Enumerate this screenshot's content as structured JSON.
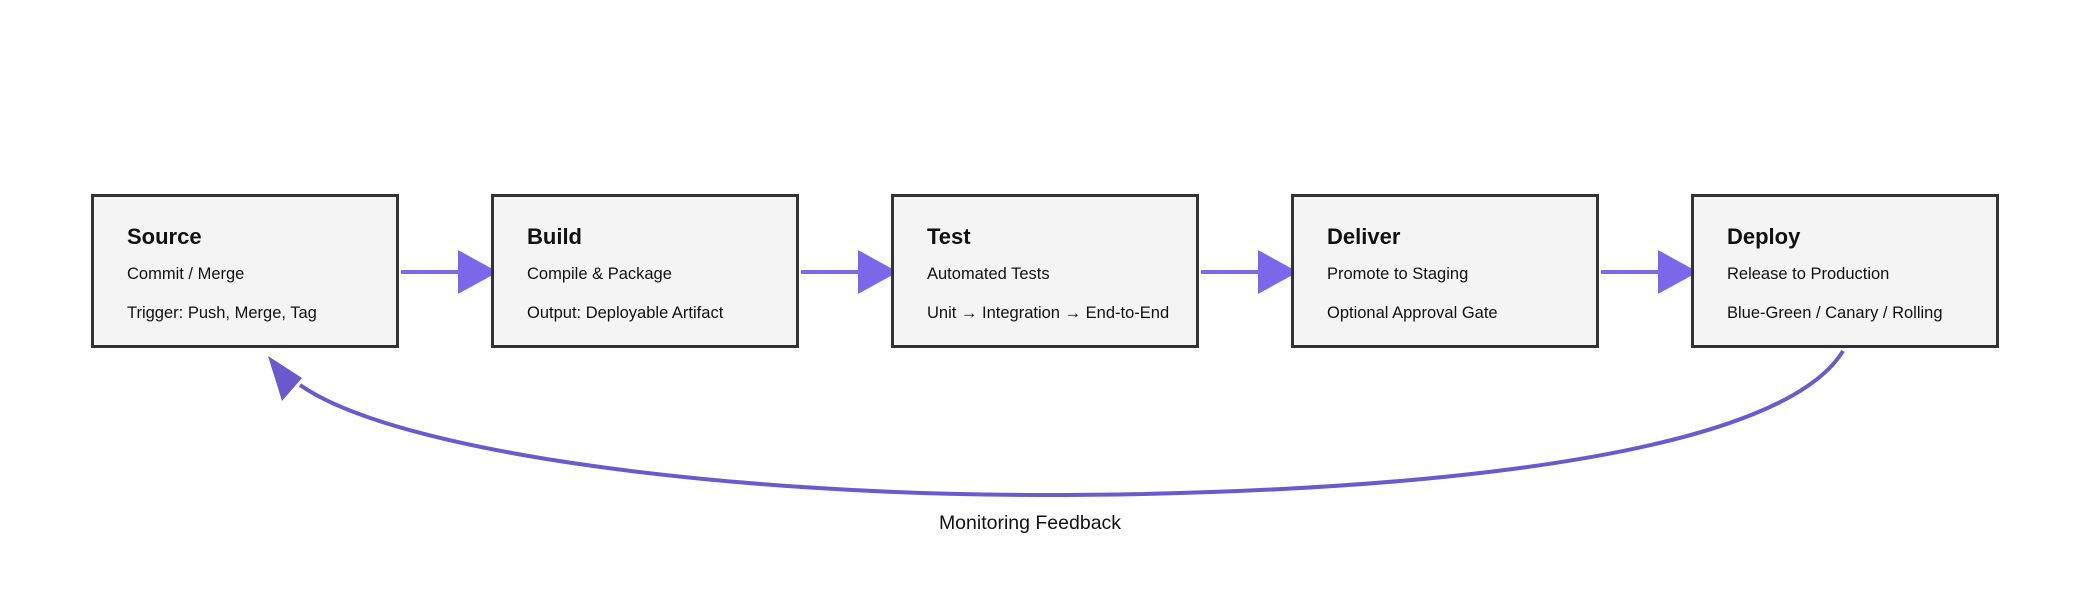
{
  "diagram": {
    "stages": [
      {
        "title": "Source",
        "lines": [
          "Commit / Merge",
          "Trigger: Push, Merge, Tag"
        ]
      },
      {
        "title": "Build",
        "lines": [
          "Compile & Package",
          "Output: Deployable Artifact"
        ]
      },
      {
        "title": "Test",
        "lines": [
          "Automated Tests",
          "Unit → Integration → End-to-End"
        ]
      },
      {
        "title": "Deliver",
        "lines": [
          "Promote to Staging",
          "Optional Approval Gate"
        ]
      },
      {
        "title": "Deploy",
        "lines": [
          "Release to Production",
          "Blue-Green / Canary / Rolling"
        ]
      }
    ],
    "feedback_label": "Monitoring Feedback",
    "colors": {
      "arrow": "#7a68e8",
      "feedback_arrow": "#6a5acd",
      "box_fill": "#f4f4f4",
      "box_border": "#333333",
      "background": "#ffffff"
    }
  }
}
